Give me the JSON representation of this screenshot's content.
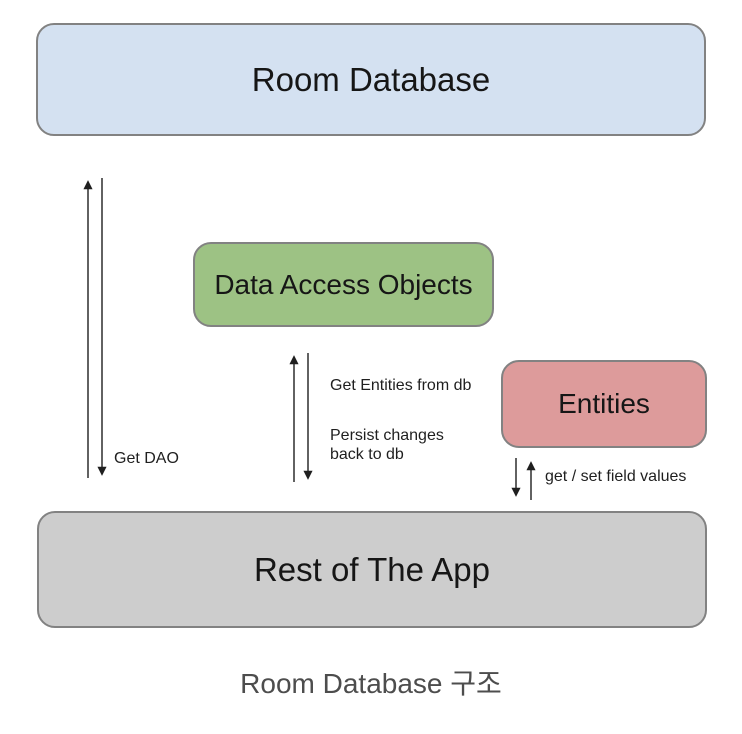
{
  "nodes": {
    "room_database": {
      "label": "Room Database",
      "fill": "#d4e1f1"
    },
    "data_access_objects": {
      "label": "Data Access Objects",
      "fill": "#9dc284"
    },
    "entities": {
      "label": "Entities",
      "fill": "#dd9b9b"
    },
    "rest_of_app": {
      "label": "Rest of The App",
      "fill": "#cdcdcd"
    }
  },
  "edges": [
    {
      "from": "rest_of_app",
      "to": "room_database",
      "direction": "bidirectional",
      "label": "Get DAO"
    },
    {
      "from": "rest_of_app",
      "to": "data_access_objects",
      "direction": "bidirectional",
      "labels": [
        "Get Entities from db",
        "Persist changes back to db"
      ]
    },
    {
      "from": "entities",
      "to": "rest_of_app",
      "direction": "bidirectional",
      "label": "get / set field values"
    }
  ],
  "caption": "Room Database 구조",
  "colors": {
    "node_border": "#828282",
    "arrow": "#1f1f1f",
    "edge_label_text": "#1f1f1f",
    "caption_text": "#4d4d4d",
    "background": "#ffffff"
  }
}
